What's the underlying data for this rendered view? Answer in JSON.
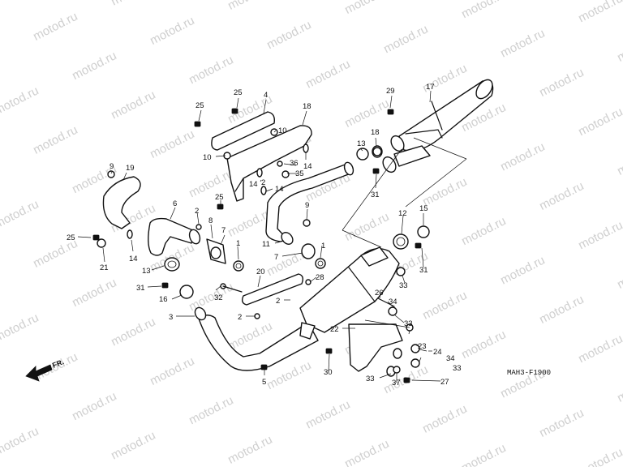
{
  "watermark": "motod.ru",
  "diagram_code": "MAH3-F1900",
  "direction_label": "FR.",
  "callouts": {
    "c1a": "1",
    "c1b": "1",
    "c2a": "2",
    "c2b": "2",
    "c2c": "2",
    "c2d": "2",
    "c3": "3",
    "c4": "4",
    "c5": "5",
    "c6": "6",
    "c7a": "7",
    "c7b": "7",
    "c8": "8",
    "c9a": "9",
    "c9b": "9",
    "c10a": "10",
    "c10b": "10",
    "c11": "11",
    "c12": "12",
    "c13a": "13",
    "c13b": "13",
    "c14a": "14",
    "c14b": "14",
    "c14c": "14",
    "c14d": "14",
    "c15": "15",
    "c16": "16",
    "c17": "17",
    "c18a": "18",
    "c18b": "18",
    "c19": "19",
    "c20": "20",
    "c21": "21",
    "c22": "22",
    "c23": "23",
    "c24": "24",
    "c25a": "25",
    "c25b": "25",
    "c25c": "25",
    "c25d": "25",
    "c26": "26",
    "c27": "27",
    "c28": "28",
    "c29": "29",
    "c30": "30",
    "c31a": "31",
    "c31b": "31",
    "c31c": "31",
    "c32": "32",
    "c33a": "33",
    "c33b": "33",
    "c33c": "33",
    "c33d": "33",
    "c34a": "34",
    "c34b": "34",
    "c35": "35",
    "c36": "36",
    "c37": "37"
  }
}
